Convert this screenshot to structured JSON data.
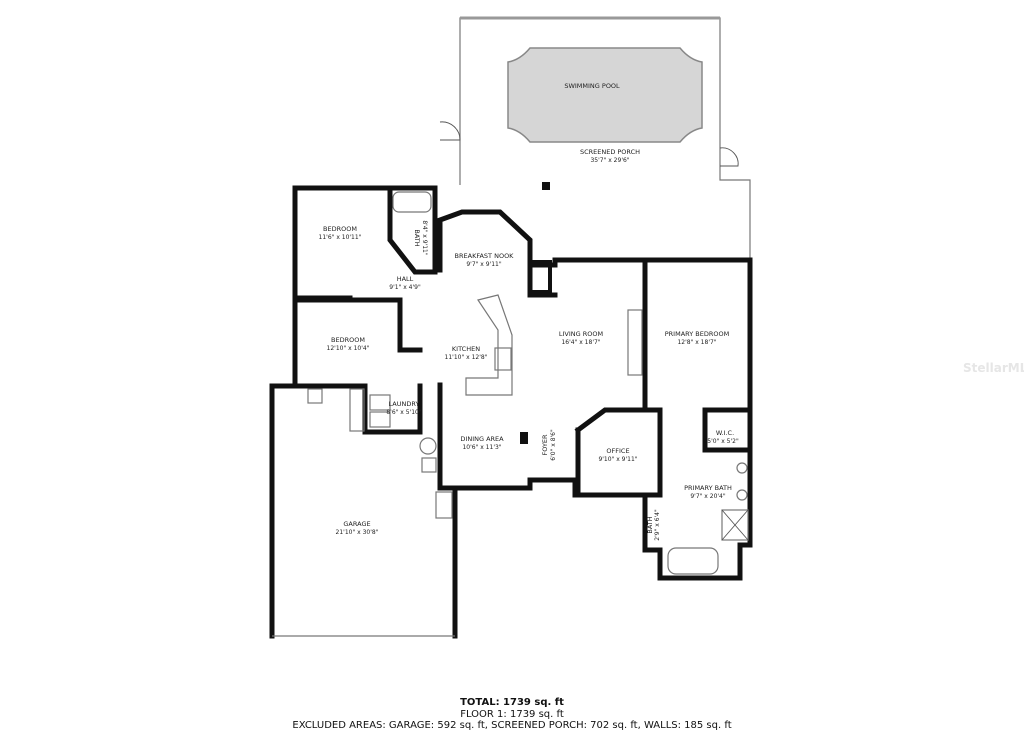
{
  "rooms": {
    "pool": {
      "name": "SWIMMING POOL",
      "dims": ""
    },
    "porch": {
      "name": "SCREENED PORCH",
      "dims": "35'7\" x 29'6\""
    },
    "bedroom1": {
      "name": "BEDROOM",
      "dims": "11'6\" x 10'11\""
    },
    "bath1": {
      "name": "BATH",
      "dims": "8'4\" x 9'11\""
    },
    "nook": {
      "name": "BREAKFAST NOOK",
      "dims": "9'7\" x 9'11\""
    },
    "hall": {
      "name": "HALL",
      "dims": "9'1\" x 4'9\""
    },
    "bedroom2": {
      "name": "BEDROOM",
      "dims": "12'10\" x 10'4\""
    },
    "kitchen": {
      "name": "KITCHEN",
      "dims": "11'10\" x 12'8\""
    },
    "living": {
      "name": "LIVING ROOM",
      "dims": "16'4\" x 18'7\""
    },
    "primary_bedroom": {
      "name": "PRIMARY BEDROOM",
      "dims": "12'8\" x 18'7\""
    },
    "laundry": {
      "name": "LAUNDRY",
      "dims": "8'6\" x 5'10\""
    },
    "dining": {
      "name": "DINING AREA",
      "dims": "10'6\" x 11'3\""
    },
    "foyer": {
      "name": "FOYER",
      "dims": "6'0\" x 8'6\""
    },
    "office": {
      "name": "OFFICE",
      "dims": "9'10\" x 9'11\""
    },
    "wic": {
      "name": "W.I.C.",
      "dims": "5'0\" x 5'2\""
    },
    "primary_bath": {
      "name": "PRIMARY BATH",
      "dims": "9'7\" x 20'4\""
    },
    "bath2": {
      "name": "BATH",
      "dims": "2'9\" x 6'4\""
    },
    "garage": {
      "name": "GARAGE",
      "dims": "21'10\" x 30'8\""
    }
  },
  "summary": {
    "total": "TOTAL: 1739 sq. ft",
    "floor1": "FLOOR 1: 1739 sq. ft",
    "excluded": "EXCLUDED AREAS: GARAGE: 592 sq. ft, SCREENED PORCH: 702 sq. ft, WALLS: 185 sq. ft"
  },
  "watermark": "StellarMLS"
}
